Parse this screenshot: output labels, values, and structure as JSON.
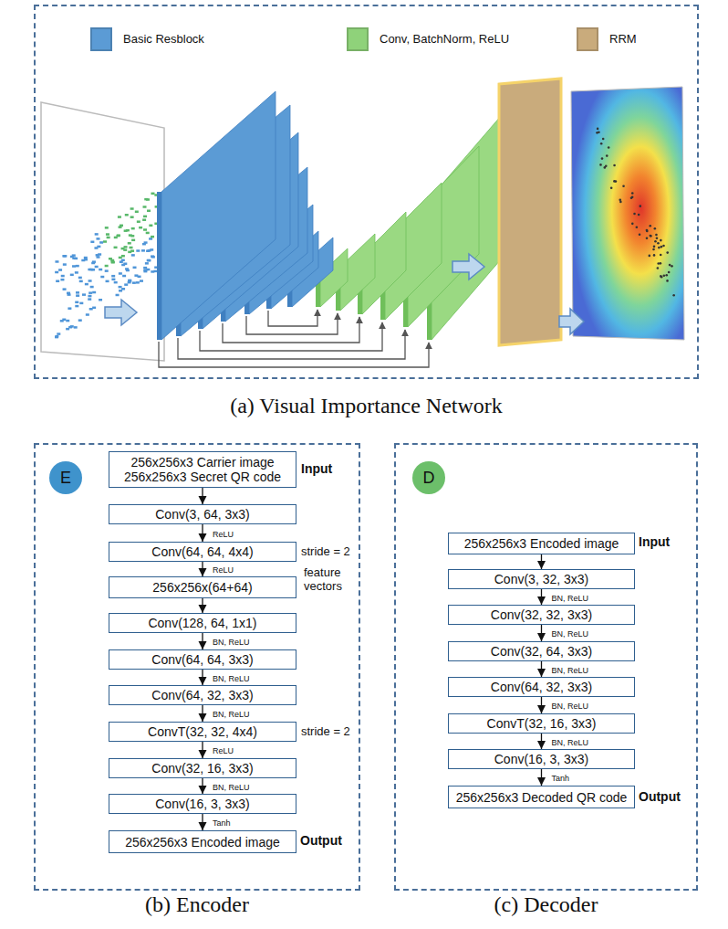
{
  "diagram": {
    "nodes": [
      {
        "text": [
          "(a) Visual Importance Network"
        ]
      },
      {
        "text": [
          "(b) Encoder"
        ]
      },
      {
        "text": [
          "E"
        ],
        "in": 1
      },
      {
        "text": [
          "256x256x3 Carrier image 256x256x3 Secret QR code"
        ],
        "in": 1
      },
      {
        "text": [
          "Conv(3, 64, 3x3)"
        ],
        "in": 1
      },
      {
        "text": [
          "Conv(64, 64, 4x4)"
        ],
        "in": 1
      },
      {
        "text": [
          "256x256x(64+64)"
        ],
        "in": 1
      },
      {
        "text": [
          "Conv(128, 64, 1x1)"
        ],
        "in": 1
      },
      {
        "text": [
          "Conv(64, 64, 3x3)"
        ],
        "in": 1
      },
      {
        "text": [
          "Conv(64, 32, 3x3)"
        ],
        "in": 1
      },
      {
        "text": [
          "ConvT(32, 32, 4x4)"
        ],
        "in": 1
      },
      {
        "text": [
          "Conv(32, 16, 3x3)"
        ],
        "in": 1
      },
      {
        "text": [
          "Conv(16, 3, 3x3)"
        ],
        "in": 1
      },
      {
        "text": [
          "256x256x3 Encoded image"
        ],
        "in": 1
      },
      {
        "text": [
          "(c) Decoder"
        ]
      },
      {
        "text": [
          "D"
        ],
        "in": 14
      },
      {
        "text": [
          "256x256x3 Encoded image"
        ],
        "in": 14
      },
      {
        "text": [
          "Conv(3, 32, 3x3)"
        ],
        "in": 14
      },
      {
        "text": [
          "Conv(32, 32, 3x3)"
        ],
        "in": 14
      },
      {
        "text": [
          "Conv(32, 64, 3x3)"
        ],
        "in": 14
      },
      {
        "text": [
          "Conv(64, 32, 3x3)"
        ],
        "in": 14
      },
      {
        "text": [
          "ConvT(32, 16, 3x3)"
        ],
        "in": 14
      },
      {
        "text": [
          "Conv(16, 3, 3x3)"
        ],
        "in": 14
      },
      {
        "text": [
          "256x256x3 Decoded QR code"
        ],
        "in": 14
      }
    ],
    "edges": [
      {
        "from": 3,
        "to": 4,
        "arrow": "to"
      },
      {
        "from": 4,
        "to": 5,
        "arrow": "to",
        "label": "ReLU"
      },
      {
        "from": 5,
        "to": 6,
        "arrow": "to",
        "label": "ReLU"
      },
      {
        "from": 6,
        "to": 7,
        "arrow": "to"
      },
      {
        "from": 7,
        "to": 8,
        "arrow": "to",
        "label": "BN, ReLU"
      },
      {
        "from": 8,
        "to": 9,
        "arrow": "to",
        "label": "BN, ReLU"
      },
      {
        "from": 9,
        "to": 10,
        "arrow": "to",
        "label": "BN, ReLU"
      },
      {
        "from": 10,
        "to": 11,
        "arrow": "to",
        "label": "ReLU"
      },
      {
        "from": 11,
        "to": 12,
        "arrow": "to",
        "label": "BN, ReLU"
      },
      {
        "from": 12,
        "to": 13,
        "arrow": "to",
        "label": "Tanh"
      },
      {
        "from": 16,
        "to": 17,
        "arrow": "to"
      },
      {
        "from": 17,
        "to": 18,
        "arrow": "to",
        "label": "BN, ReLU"
      },
      {
        "from": 18,
        "to": 19,
        "arrow": "to",
        "label": "BN, ReLU"
      },
      {
        "from": 19,
        "to": 20,
        "arrow": "to",
        "label": "BN, ReLU"
      },
      {
        "from": 20,
        "to": 21,
        "arrow": "to",
        "label": "BN, ReLU"
      },
      {
        "from": 21,
        "to": 22,
        "arrow": "to",
        "label": "BN, ReLU"
      },
      {
        "from": 22,
        "to": 23,
        "arrow": "to",
        "label": "Tanh"
      }
    ],
    "labels": [
      "Input",
      "stride = 2",
      "feature vectors",
      "stride = 2",
      "Output",
      "Input",
      "Output"
    ],
    "legend": [
      {
        "text": "Basic Resblock",
        "color": "#5b9bd5"
      },
      {
        "text": "Conv, BatchNorm, ReLU",
        "color": "#8fd27a"
      },
      {
        "text": "RRM",
        "color": "#c9ab7c"
      }
    ]
  }
}
